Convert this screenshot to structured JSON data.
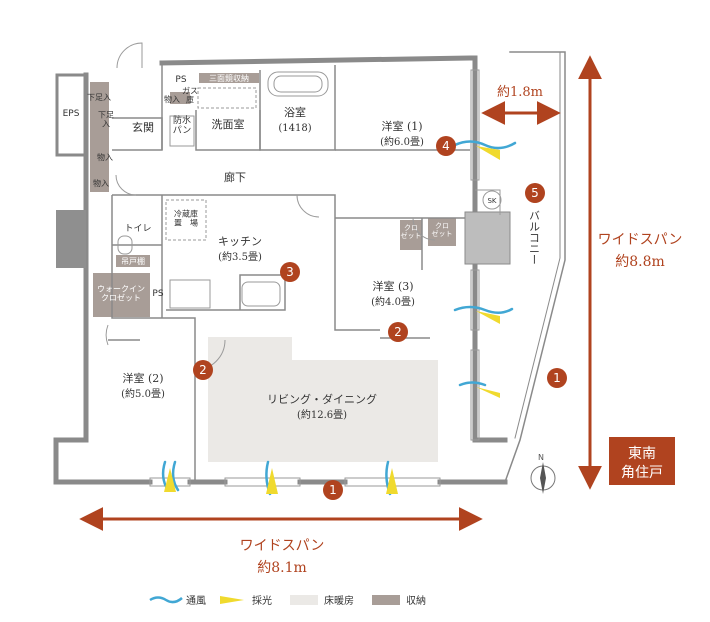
{
  "colors": {
    "accent": "#b0431f",
    "storage": "#a89d97",
    "floor_heating": "#ebe9e6",
    "wind": "#41a7d4",
    "light": "#f0da2e",
    "wall": "#8a8a8a"
  },
  "rooms": {
    "eps": "EPS",
    "ps_top": "PS",
    "ps_mid": "PS",
    "sanmenkyo": "三面鏡収納",
    "mono_top": "物入",
    "gasu": "ガス\n庫",
    "bousui": "防水\nパン",
    "genkan": "玄関",
    "senmen": "洗面室",
    "yokushitsu": "浴室",
    "yokushitsu_size": "(1418)",
    "shitabako": "下足入",
    "shitabako2": "下足\n入",
    "mono1": "物入",
    "mono2": "物入",
    "rouka": "廊下",
    "toilet": "トイレ",
    "tsuriodana": "吊戸棚",
    "reizouko": "冷蔵庫\n置　場",
    "kitchen": "キッチン",
    "kitchen_size": "(約3.5畳)",
    "walkin": "ウォークイン\nクロゼット",
    "yoshitsu1": "洋室 (1)",
    "yoshitsu1_size": "(約6.0畳)",
    "yoshitsu2": "洋室 (2)",
    "yoshitsu2_size": "(約5.0畳)",
    "yoshitsu3": "洋室 (3)",
    "yoshitsu3_size": "(約4.0畳)",
    "kuro1": "クロ\nゼット",
    "kuro2": "クロ\nゼット",
    "living": "リビング・ダイニング",
    "living_size": "(約12.6畳)",
    "balcony": "バルコニー",
    "sk": "SK"
  },
  "markers": [
    "1",
    "1",
    "2",
    "2",
    "3",
    "4",
    "5"
  ],
  "dimensions": {
    "balcony_depth": "約1.8m",
    "wide_span_label": "ワイドスパン",
    "right_span_value": "約8.8m",
    "bottom_span_value": "約8.1m"
  },
  "badge": {
    "line1": "東南",
    "line2": "角住戸"
  },
  "compass": "N",
  "legend": [
    {
      "label": "通風"
    },
    {
      "label": "採光"
    },
    {
      "label": "床暖房"
    },
    {
      "label": "収納"
    }
  ]
}
